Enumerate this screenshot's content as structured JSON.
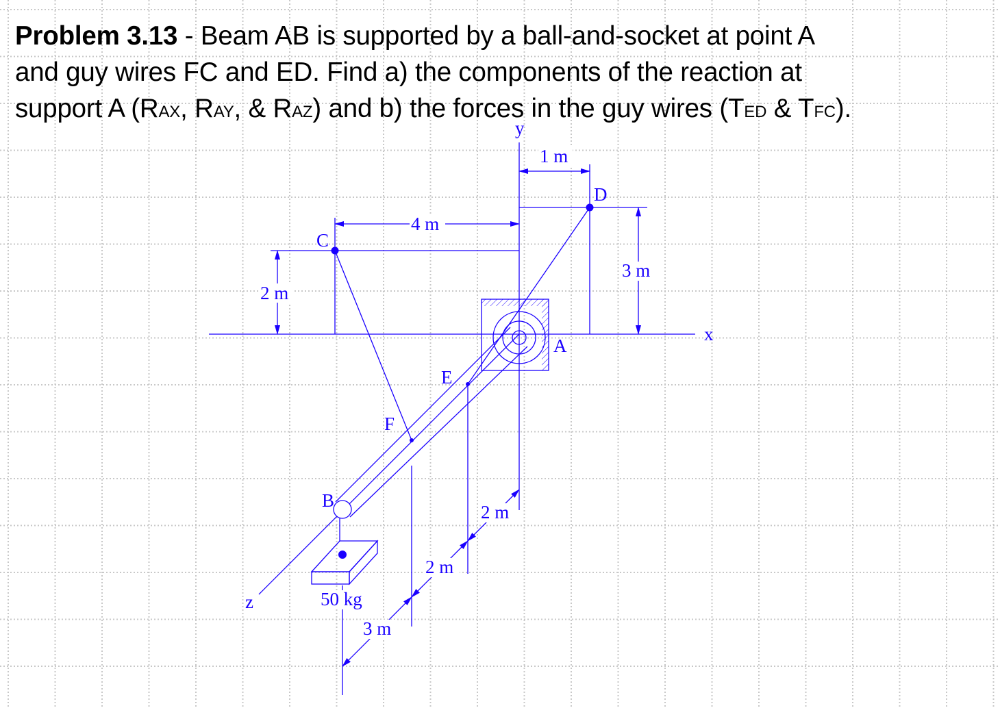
{
  "problem": {
    "title_bold": "Problem 3.13",
    "line1_rest": " - Beam AB is supported by a ball-and-socket at point A",
    "line2": "and guy wires FC and ED. Find a) the components of the reaction at",
    "line3_a": "support A (R",
    "sub_ax": "AX",
    "line3_b": ", R",
    "sub_ay": "AY",
    "line3_c": ", & R",
    "sub_az": "AZ",
    "line3_d": ") and b) the forces in the guy wires (T",
    "sub_ed": "ED",
    "line3_e": " & T",
    "sub_fc": "FC",
    "line3_f": ")."
  },
  "diagram": {
    "axes": {
      "x": "x",
      "y": "y",
      "z": "z"
    },
    "points": {
      "A": "A",
      "B": "B",
      "C": "C",
      "D": "D",
      "E": "E",
      "F": "F"
    },
    "dimensions": {
      "cx": "4 m",
      "cy": "2 m",
      "dx": "1 m",
      "dy": "3 m",
      "ae": "2 m",
      "ef": "2 m",
      "fb": "3 m"
    },
    "load": "50 kg"
  },
  "colors": {
    "diagram": "#1a00ff",
    "grid": "#c8c8c8",
    "text": "#000000"
  }
}
